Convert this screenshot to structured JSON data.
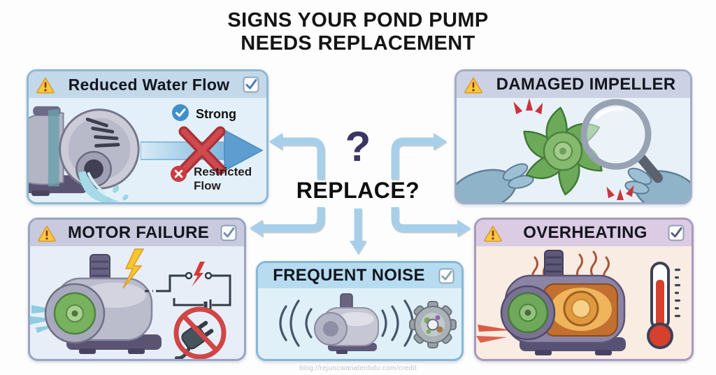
{
  "title": {
    "line1": "SIGNS YOUR POND PUMP",
    "line2": "NEEDS REPLACEMENT"
  },
  "center": {
    "question_mark": "?",
    "replace_label": "REPLACE?"
  },
  "panels": [
    {
      "id": "reduced-water-flow",
      "title": "Reduced Water Flow",
      "warning_icon": "warning-triangle",
      "checkbox_checked": true,
      "annotations": {
        "strong": "Strong",
        "restricted": "Restricted Flow"
      }
    },
    {
      "id": "damaged-impeller",
      "title": "DAMAGED IMPELLER",
      "warning_icon": "warning-triangle",
      "checkbox_checked": false
    },
    {
      "id": "motor-failure",
      "title": "MOTOR FAILURE",
      "warning_icon": "warning-triangle",
      "checkbox_checked": true
    },
    {
      "id": "frequent-noise",
      "title": "FREQUENT NOISE",
      "warning_icon": null,
      "checkbox_checked": true
    },
    {
      "id": "overheating",
      "title": "OVERHEATING",
      "warning_icon": "warning-triangle",
      "checkbox_checked": true
    }
  ],
  "footer": {
    "credit": "blog://rejuncwanatentidu.com/credit"
  },
  "colors": {
    "arrow_blue": "#a7cfe9",
    "question_navy": "#3a3561",
    "warning_yellow": "#f8c93e",
    "alert_red": "#c9353b",
    "strong_check_blue": "#3f8fc9",
    "panel_blue_header": "#c3d9ea",
    "lavender_header": "#ccd2e3",
    "purple_header": "#dbcbe3",
    "noise_header": "#b7dcf0",
    "overheat_body": "#f8ece3"
  }
}
